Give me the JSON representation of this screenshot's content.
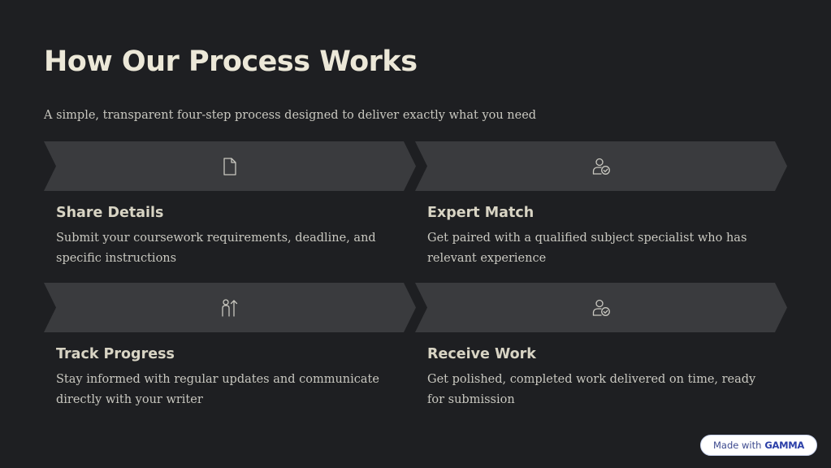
{
  "page": {
    "title": "How Our Process Works",
    "subtitle": "A simple, transparent four-step process designed to deliver exactly what you need"
  },
  "steps": [
    {
      "icon": "document-icon",
      "title": "Share Details",
      "description": "Submit your coursework requirements, deadline, and specific instructions"
    },
    {
      "icon": "user-check-icon",
      "title": "Expert Match",
      "description": "Get paired with a qualified subject specialist who has relevant experience"
    },
    {
      "icon": "person-arrow-up-icon",
      "title": "Track Progress",
      "description": "Stay informed with regular updates and communicate directly with your writer"
    },
    {
      "icon": "user-check-icon",
      "title": "Receive Work",
      "description": "Get polished, completed work delivered on time, ready for submission"
    }
  ],
  "badge": {
    "prefix": "Made with",
    "brand": "GAMMA"
  },
  "colors": {
    "background": "#1e1f22",
    "chevron": "#3a3b3e",
    "heading": "#ece8d8",
    "text": "#c9c8c0"
  }
}
